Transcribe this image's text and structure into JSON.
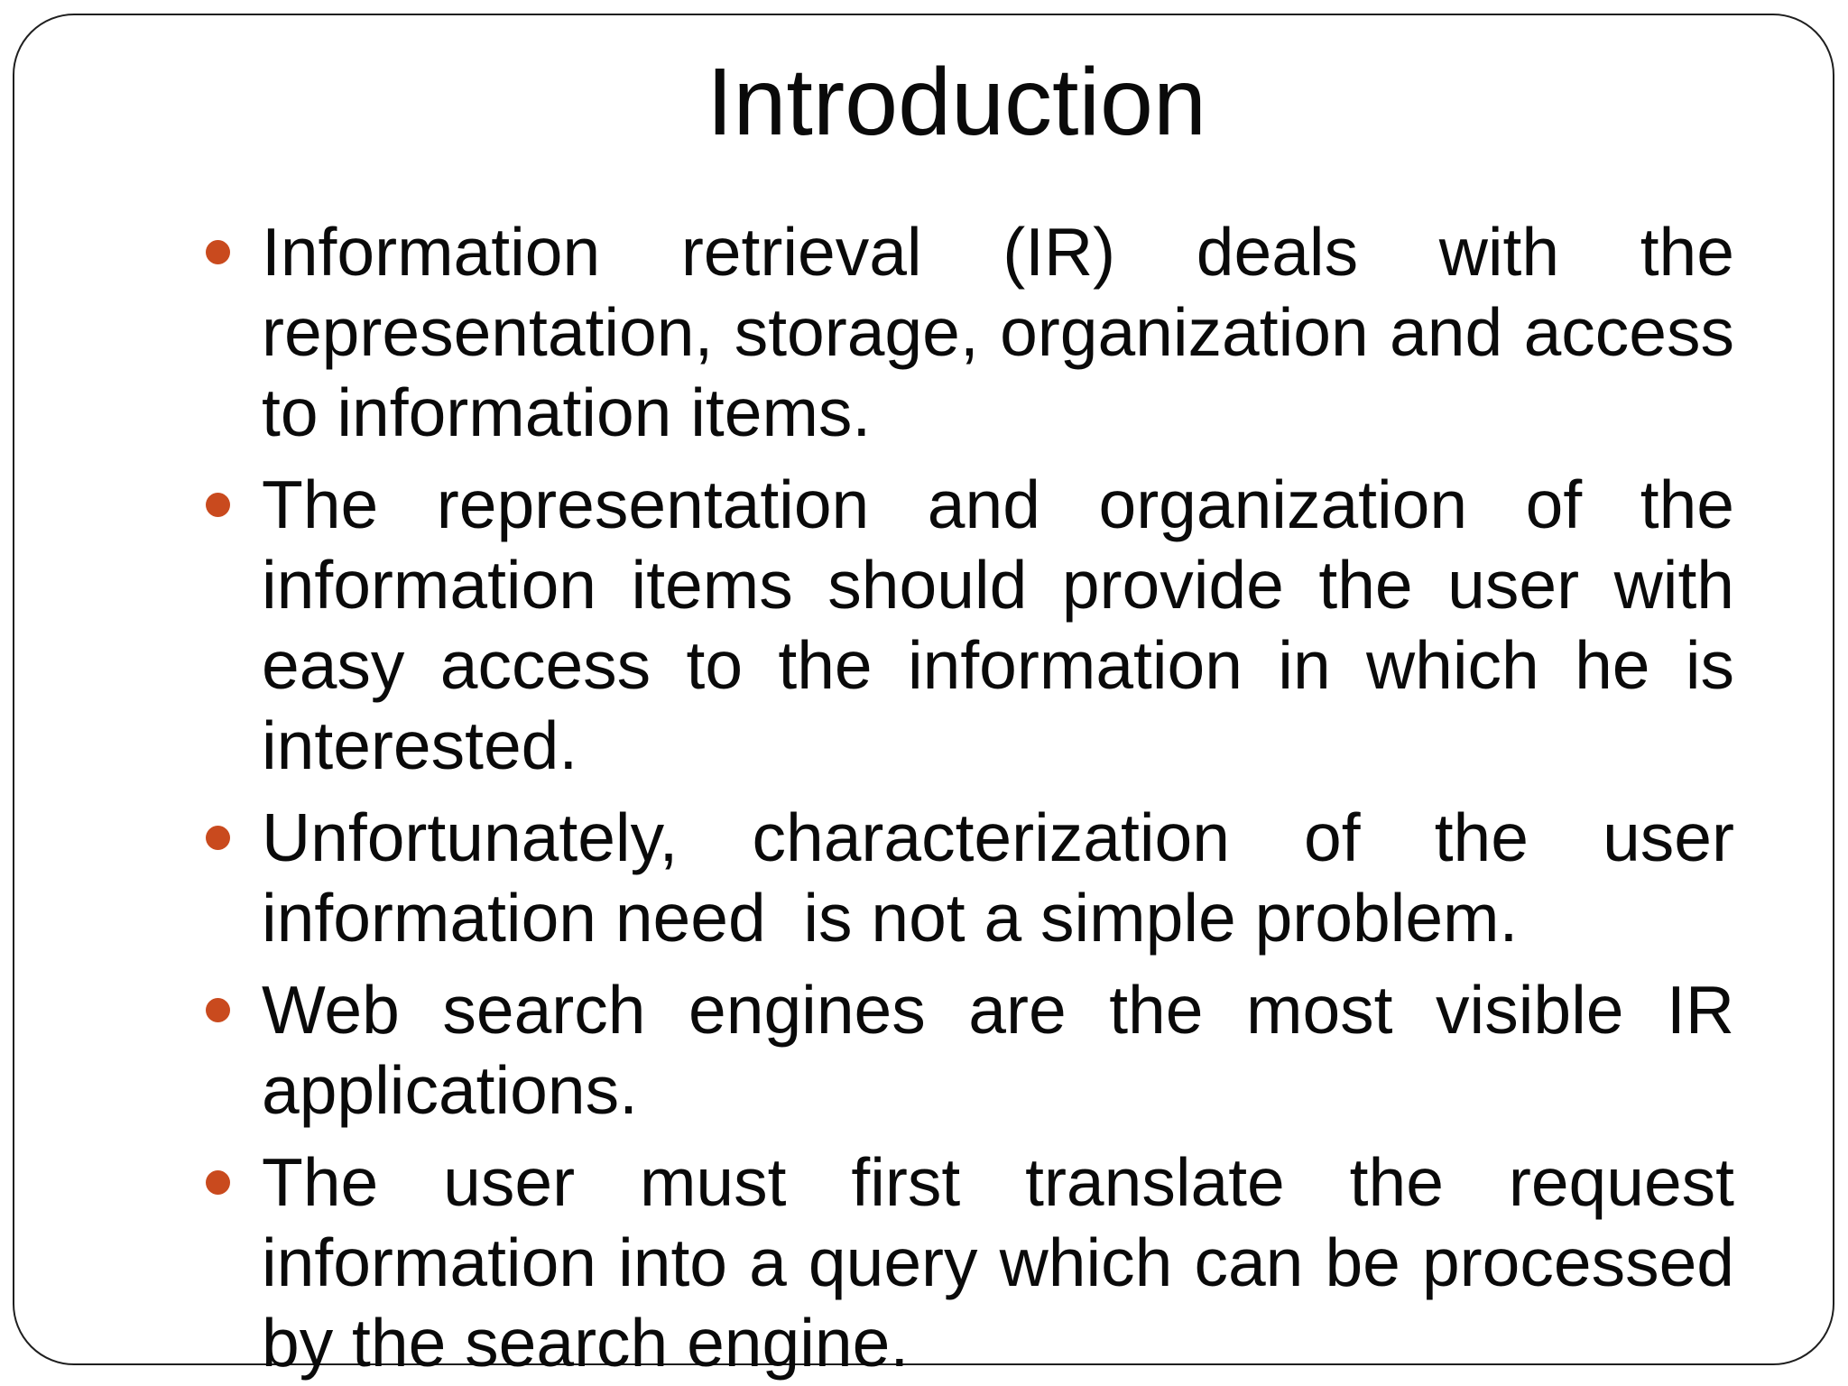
{
  "slide": {
    "title": "Introduction",
    "bullets": [
      {
        "lines": [
          "Information retrieval (IR) deals with the",
          "representation, storage, organization and access",
          "to information items."
        ]
      },
      {
        "lines": [
          "The representation and organization of the",
          "information items should provide the user with",
          "easy access to the information in which he is",
          "interested."
        ]
      },
      {
        "lines": [
          "Unfortunately, characterization of the user",
          "information need  is not a simple problem."
        ]
      },
      {
        "lines": [
          "Web search engines are the most visible IR",
          "applications."
        ]
      },
      {
        "lines": [
          "The user must first translate the request",
          "information into a query which can be processed",
          "by the search engine."
        ]
      }
    ],
    "colors": {
      "bullet": "#c94a1e",
      "text": "#0a0a0a",
      "border": "#1f1f1f",
      "background": "#ffffff"
    }
  }
}
